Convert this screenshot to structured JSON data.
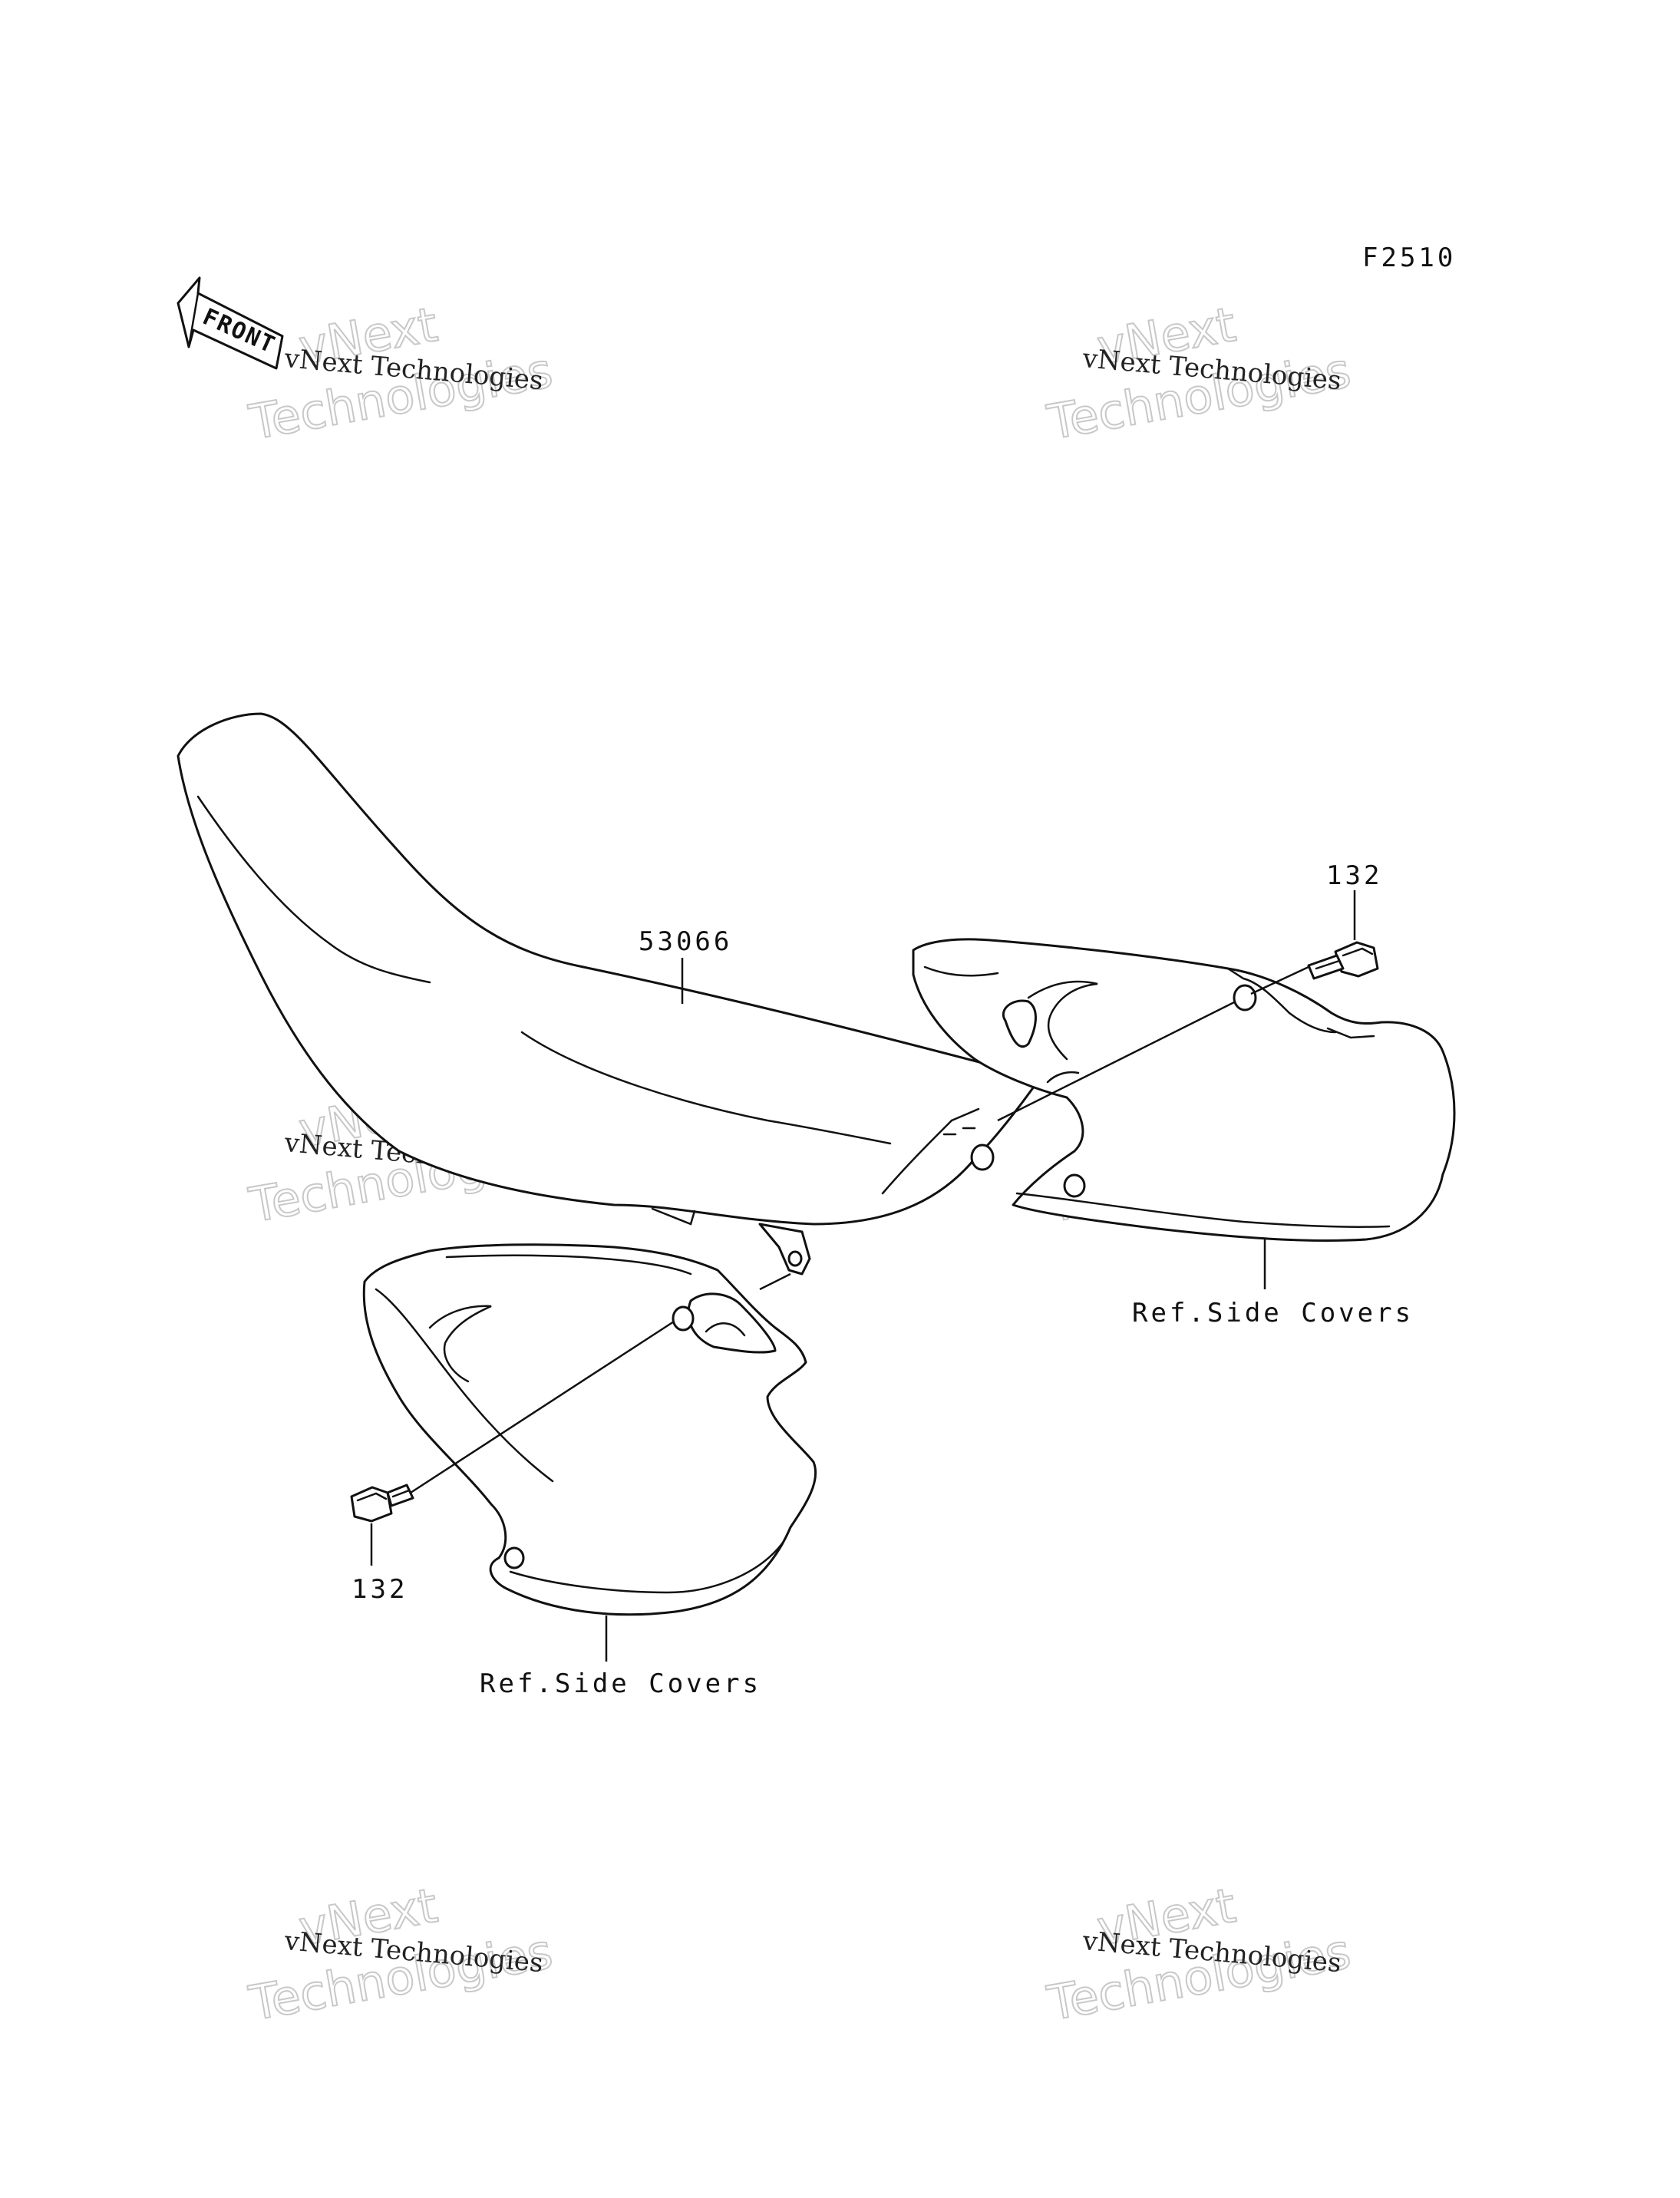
{
  "diagram_code": "F2510",
  "front_label": "FRONT",
  "watermark": {
    "line_small": "vNext Technologies",
    "line_big_a": "vNext",
    "line_big_b": "Technologies"
  },
  "callouts": {
    "seat_part": "53066",
    "bolt_right": "132",
    "bolt_left": "132",
    "ref_right": "Ref.Side Covers",
    "ref_left": "Ref.Side Covers"
  }
}
